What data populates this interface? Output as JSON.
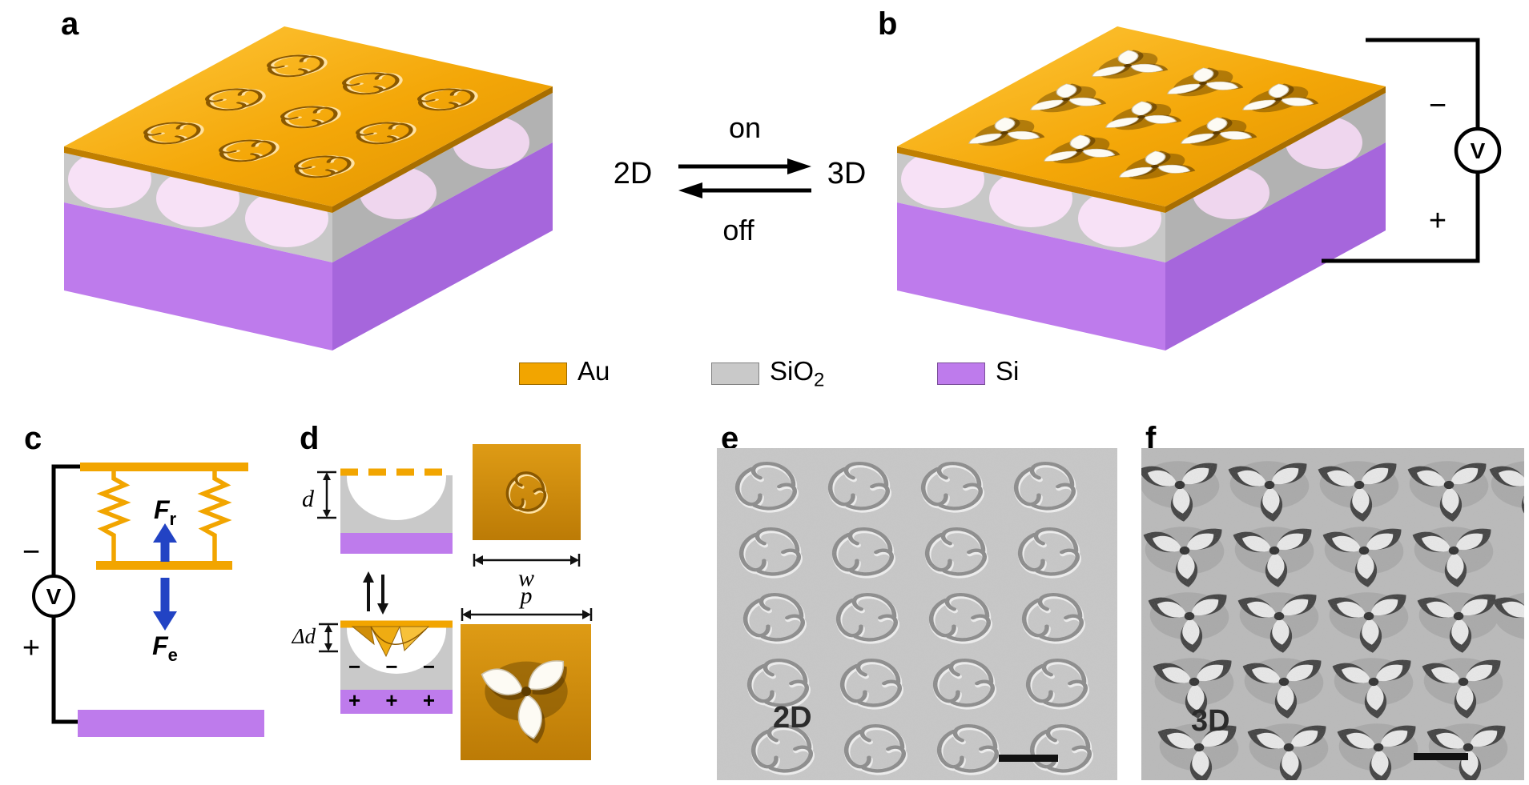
{
  "panel_labels": {
    "a": "a",
    "b": "b",
    "c": "c",
    "d": "d",
    "e": "e",
    "f": "f"
  },
  "transition": {
    "state_2d": "2D",
    "state_3d": "3D",
    "on_label": "on",
    "off_label": "off"
  },
  "legend": {
    "items": [
      {
        "name": "gold",
        "label": "Au",
        "sub": "",
        "color": "#F2A500"
      },
      {
        "name": "silicon-dioxide",
        "label": "SiO",
        "sub": "2",
        "color": "#C9C9C9"
      },
      {
        "name": "silicon",
        "label": "Si",
        "sub": "",
        "color": "#BE7BEC"
      }
    ]
  },
  "circuit_b": {
    "minus": "−",
    "voltmeter": "V",
    "plus": "+"
  },
  "panel_c": {
    "minus": "−",
    "voltmeter": "V",
    "plus": "+",
    "restoring_force": {
      "symbol": "F",
      "sub": "r"
    },
    "electrostatic_force": {
      "symbol": "F",
      "sub": "e"
    }
  },
  "panel_d": {
    "gap_label": "d",
    "width_label": "w",
    "delta_gap_label": "Δd",
    "pitch_label": "p",
    "negative_charges": "− − −",
    "positive_charges": "+ + +"
  },
  "sem_images": {
    "e_label": "2D",
    "f_label": "3D"
  },
  "colors": {
    "gold": "#F2A500",
    "silica": "#C9C9C9",
    "silicon": "#BE7BEC",
    "cavity_pink": "#F6DEF4",
    "force_blue": "#2243C4",
    "wire_black": "#000000",
    "sem_background": "#C7C7C7"
  }
}
